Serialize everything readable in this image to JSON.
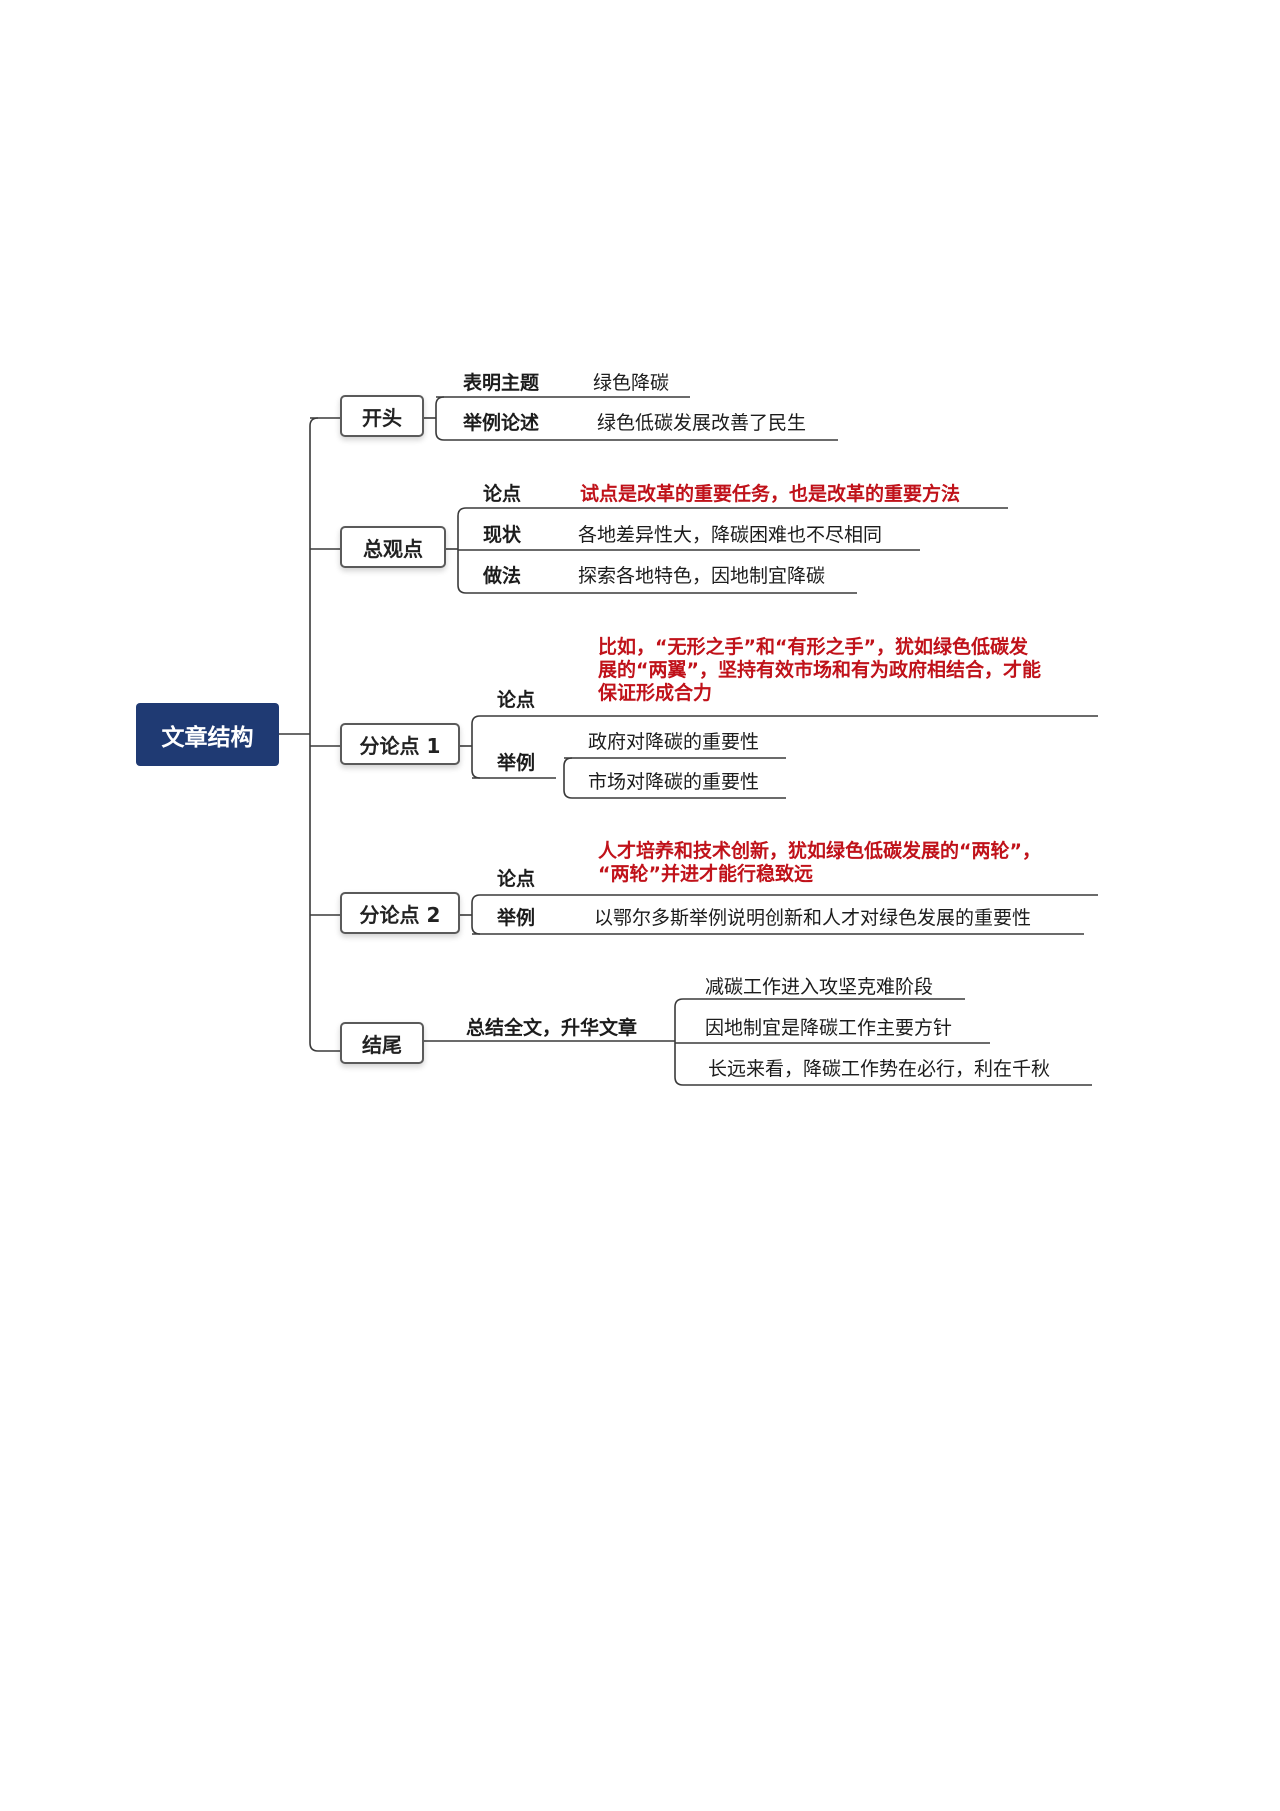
{
  "root": {
    "label": "文章结构"
  },
  "branches": {
    "opening": {
      "label": "开头",
      "theme_label": "表明主题",
      "theme_text": "绿色降碳",
      "example_label": "举例论述",
      "example_text": "绿色低碳发展改善了民生"
    },
    "general": {
      "label": "总观点",
      "thesis_label": "论点",
      "thesis_text": "试点是改革的重要任务，也是改革的重要方法",
      "status_label": "现状",
      "status_text": "各地差异性大，降碳困难也不尽相同",
      "method_label": "做法",
      "method_text": "探索各地特色，因地制宜降碳"
    },
    "point1": {
      "label": "分论点 1",
      "thesis_label": "论点",
      "thesis_lines": [
        "比如，“无形之手”和“有形之手”，犹如绿色低碳发",
        "展的“两翼”，坚持有效市场和有为政府相结合，才能",
        "保证形成合力"
      ],
      "example_label": "举例",
      "example_1": "政府对降碳的重要性",
      "example_2": "市场对降碳的重要性"
    },
    "point2": {
      "label": "分论点 2",
      "thesis_label": "论点",
      "thesis_lines": [
        "人才培养和技术创新，犹如绿色低碳发展的“两轮”，",
        "“两轮”并进才能行稳致远"
      ],
      "example_label": "举例",
      "example_text": "以鄂尔多斯举例说明创新和人才对绿色发展的重要性"
    },
    "ending": {
      "label": "结尾",
      "summary_label": "总结全文，升华文章",
      "items": [
        "减碳工作进入攻坚克难阶段",
        "因地制宜是降碳工作主要方针",
        "长远来看，降碳工作势在必行，利在千秋"
      ]
    }
  },
  "colors": {
    "root_bg": "#1f3a73",
    "emphasis_red": "#c0121a",
    "line": "#444444"
  }
}
